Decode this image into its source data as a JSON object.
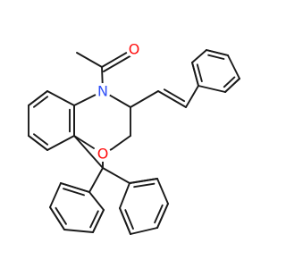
{
  "atoms": [
    {
      "symbol": "O",
      "color": "#ff0d0d"
    },
    {
      "symbol": "N",
      "color": "#3050f8"
    },
    {
      "symbol": "O",
      "color": "#ff0d0d"
    }
  ],
  "bond_color": "#1a1a1a"
}
